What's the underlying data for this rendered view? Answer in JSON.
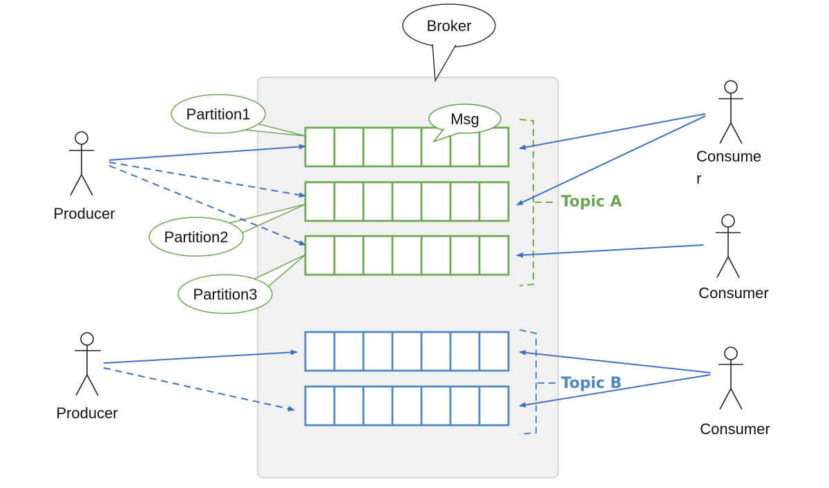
{
  "broker": {
    "label": "Broker"
  },
  "message": {
    "label": "Msg"
  },
  "partitions": [
    {
      "label": "Partition1"
    },
    {
      "label": "Partition2"
    },
    {
      "label": "Partition3"
    }
  ],
  "topics": [
    {
      "label": "Topic A",
      "color": "#6aa84f"
    },
    {
      "label": "Topic B",
      "color": "#4a86c8"
    }
  ],
  "producers": [
    {
      "label": "Producer"
    },
    {
      "label": "Producer"
    }
  ],
  "consumers": [
    {
      "label_line1": "Consume",
      "label_line2": "r"
    },
    {
      "label_line1": "Consumer"
    },
    {
      "label_line1": "Consumer"
    }
  ],
  "colors": {
    "partition_green": "#6aa84f",
    "partition_blue": "#4a86c8",
    "arrow": "#3d6fc7",
    "broker_fill": "#f1f1f1"
  }
}
